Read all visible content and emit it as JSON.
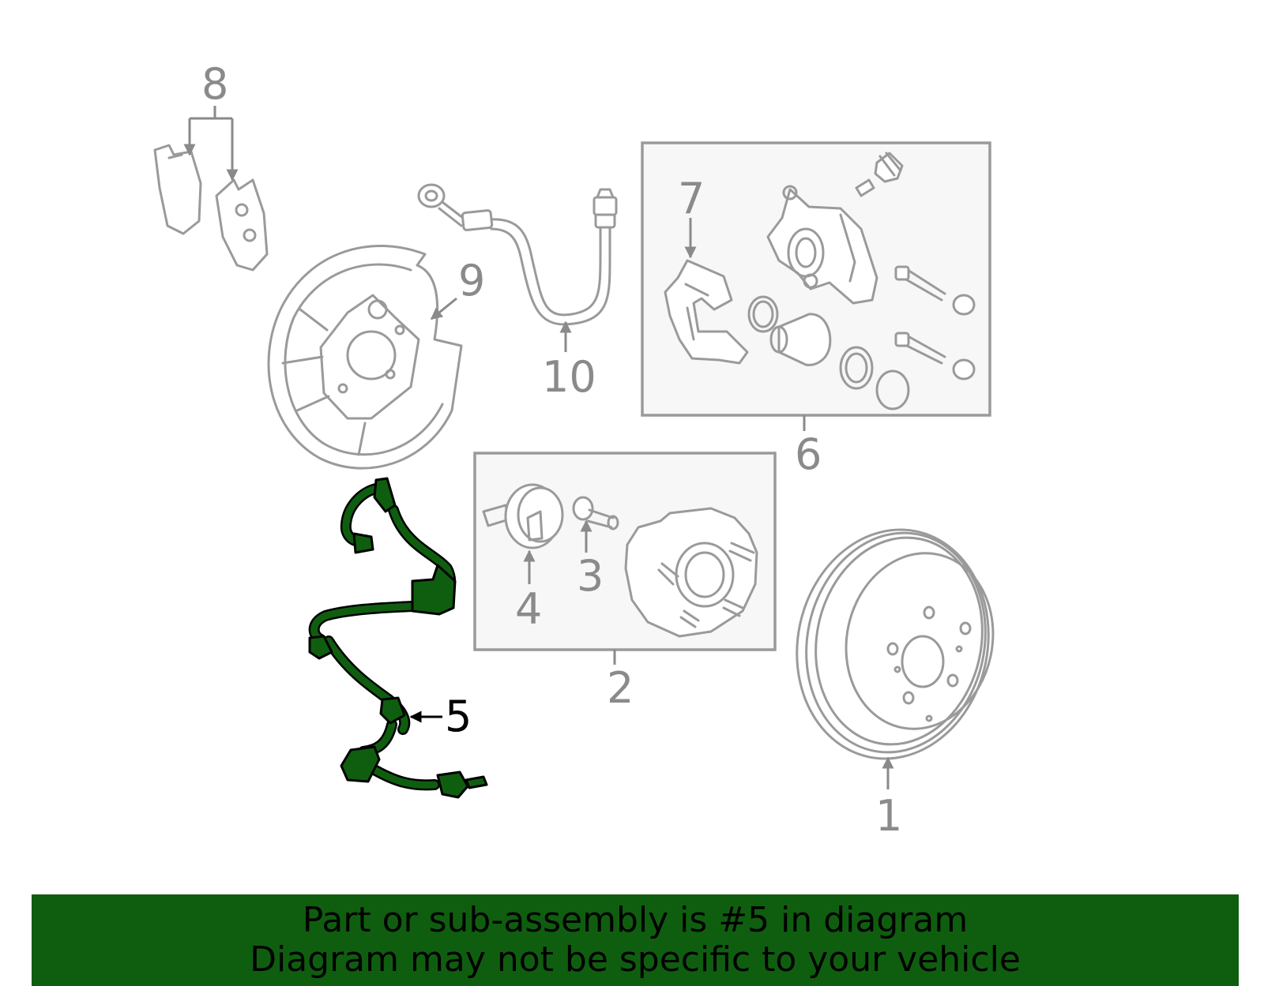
{
  "diagram": {
    "callouts": [
      "1",
      "2",
      "3",
      "4",
      "5",
      "6",
      "7",
      "8",
      "9",
      "10"
    ],
    "highlight_part": "5",
    "highlight_color": "#0f5e0f",
    "part_color": "#9a9a9a"
  },
  "banner": {
    "line1": "Part or sub-assembly is #5 in diagram",
    "line2": "Diagram may not be specific to your vehicle",
    "background": "#0f5e0f"
  },
  "icons": [
    "brake-pad-icon",
    "dust-shield-icon",
    "brake-hose-icon",
    "caliper-icon",
    "hub-bearing-icon",
    "rotor-icon",
    "abs-sensor-icon"
  ]
}
